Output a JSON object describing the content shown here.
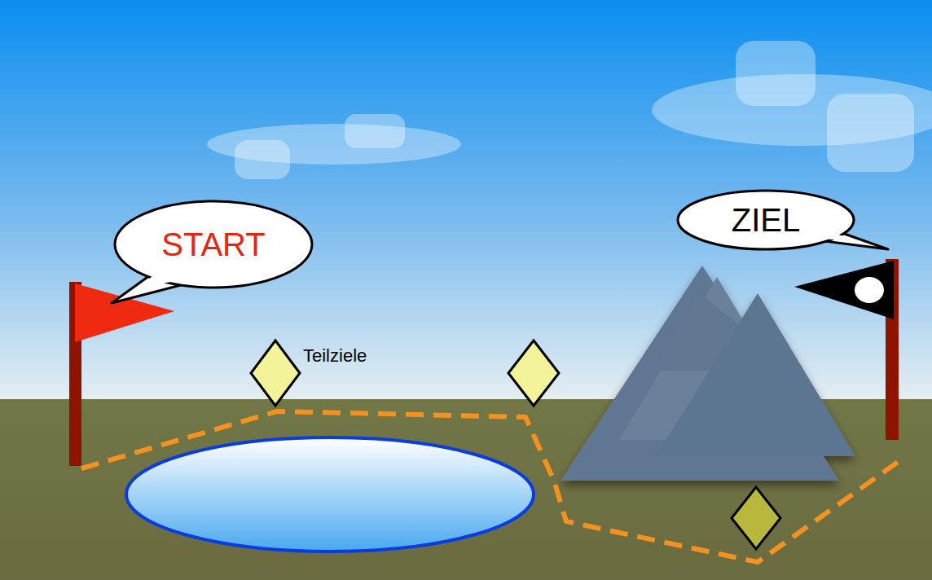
{
  "diagram": {
    "nodes": [
      {
        "text": [
          "START"
        ]
      },
      {
        "text": [
          "ZIEL"
        ]
      }
    ],
    "labels": [
      "Teilziele"
    ]
  }
}
